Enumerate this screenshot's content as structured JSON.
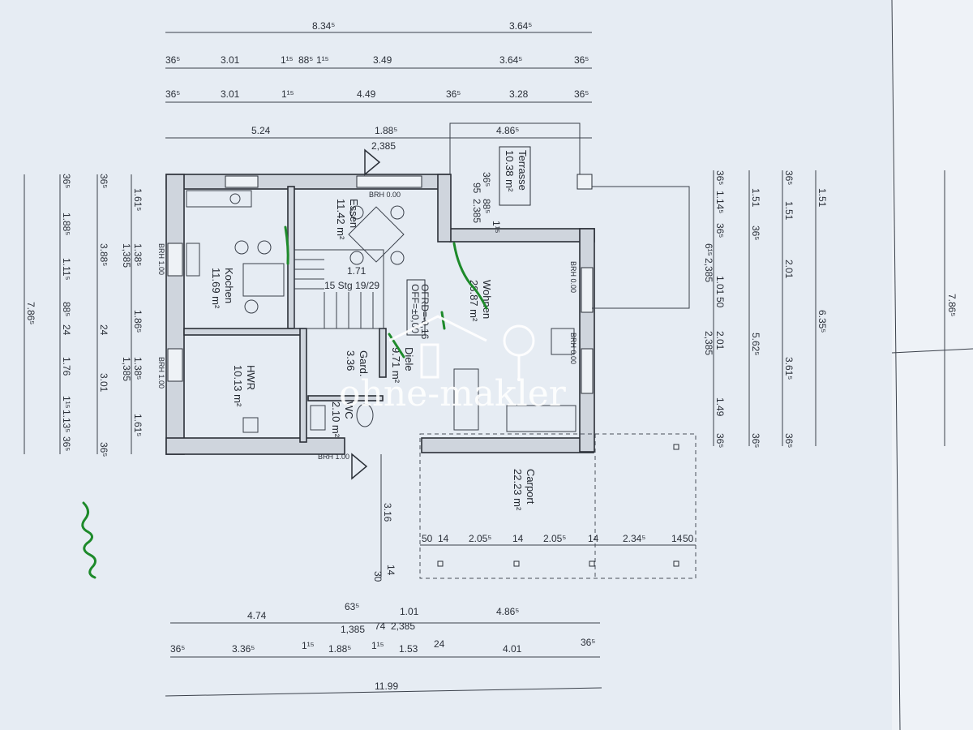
{
  "rooms": {
    "essen": {
      "name": "Essen",
      "area": "11.42 m²"
    },
    "kochen": {
      "name": "Kochen",
      "area": "11.69 m²"
    },
    "hwr": {
      "name": "HWR",
      "area": "10.13 m²"
    },
    "wohnen": {
      "name": "Wohnen",
      "area": "28.87 m²"
    },
    "diele": {
      "name": "Diele",
      "area": "9.71 m²"
    },
    "gard": {
      "name": "Gard.",
      "area": "3.36"
    },
    "wc": {
      "name": "WC",
      "area": "2.10 m²"
    },
    "terrasse": {
      "name": "Terrasse",
      "area": "10.38 m²"
    },
    "carport": {
      "name": "Carport",
      "area": "22.23 m²"
    }
  },
  "labels": {
    "stairs": "15 Stg 19/29",
    "offset_1": "OFF=±0,00",
    "offset_2": "OFRD=-0,16",
    "brh_top": "BRH 0.00",
    "brh_left_1": "BRH 1.00",
    "brh_left_2": "BRH 1.00",
    "brh_bottom": "BRH 1.00",
    "brh_right_1": "BRH 0.00",
    "brh_right_2": "BRH 0.00",
    "handwritten": "neu"
  },
  "watermark": {
    "text": "ohne-makler"
  },
  "dims": {
    "top_row1": [
      "8.34⁵",
      "3.64⁵"
    ],
    "top_row2": [
      "36⁵",
      "3.01",
      "1¹⁵",
      "88⁵",
      "1¹⁵",
      "3.49",
      "3.64⁵",
      "36⁵"
    ],
    "top_row3": [
      "36⁵",
      "3.01",
      "1¹⁵",
      "4.49",
      "36⁵",
      "3.28",
      "36⁵"
    ],
    "top_row4": [
      "5.24",
      "1.88⁵",
      "2,385",
      "4.86⁵"
    ],
    "bottom_row1": [
      "4.74",
      "63⁵",
      "1.01",
      "4.86⁵",
      "1,385",
      "74",
      "2,385"
    ],
    "bottom_row2": [
      "36⁵",
      "3.36⁵",
      "1¹⁵",
      "1.88⁵",
      "1¹⁵",
      "1.53",
      "24",
      "4.01",
      "36⁵"
    ],
    "bottom_total": "11.99",
    "left_total": "7.86⁵",
    "right_total": "7.86⁵",
    "left_col1": [
      "36⁵",
      "1.88⁵",
      "1.11⁵",
      "88⁵",
      "24",
      "1.76",
      "1¹⁵",
      "1.13⁵",
      "36⁵"
    ],
    "left_col2": [
      "36⁵",
      "3.88⁵",
      "24",
      "3.01",
      "36⁵"
    ],
    "left_col3": [
      "1.61⁵",
      "1.38⁵",
      "1,385",
      "1.86⁵",
      "1.38⁵",
      "1,385",
      "1.61⁵"
    ],
    "right_col1": [
      "36⁵",
      "1.14⁵",
      "36⁵",
      "6¹⁵",
      "2,385",
      "1.01",
      "50",
      "2.01",
      "2,385",
      "1.49",
      "36⁵"
    ],
    "right_col2": [
      "1.51",
      "36⁵",
      "5.62⁵",
      "36⁵"
    ],
    "right_col3": [
      "36⁵",
      "1.51",
      "2.01",
      "3.61⁵",
      "36⁵"
    ],
    "right_col4": [
      "1.51",
      "6.35⁵"
    ],
    "inner_171": "1.71",
    "terrace_small": [
      "36⁵",
      "88⁵",
      "1¹⁵",
      "95",
      "2.385"
    ],
    "entry_dims": [
      "3.16",
      "14",
      "30"
    ],
    "carport_row": [
      "50",
      "14",
      "2.05⁵",
      "14",
      "2.05⁵",
      "14",
      "2.34⁵",
      "14",
      "50"
    ]
  },
  "colors": {
    "paper": "#e6ecf3",
    "wall": "#cfd5dd",
    "ink": "#2b3038",
    "marker": "#1d8a2a",
    "watermark": "#ffffff"
  }
}
